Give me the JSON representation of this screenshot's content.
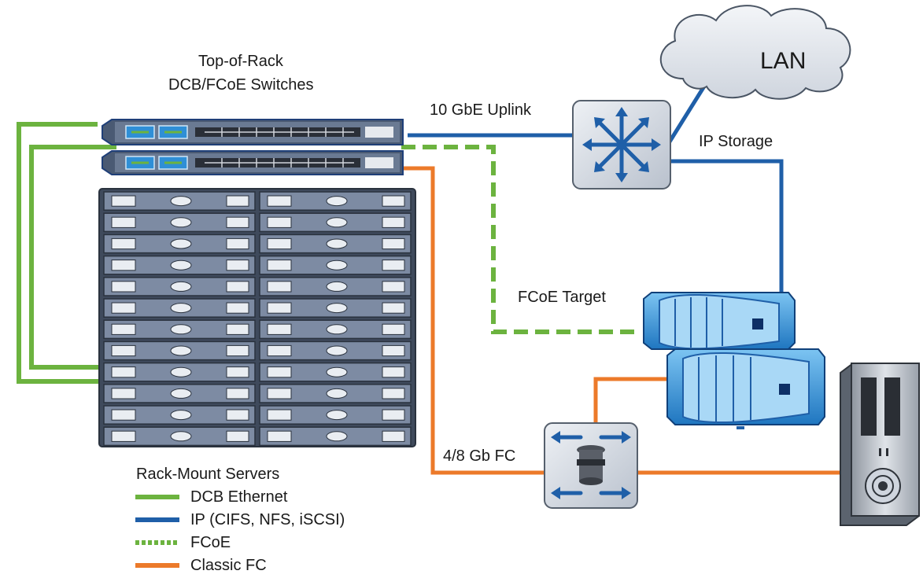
{
  "labels": {
    "tor_line1": "Top-of-Rack",
    "tor_line2": "DCB/FCoE Switches",
    "uplink": "10 GbE Uplink",
    "lan": "LAN",
    "ip_storage": "IP Storage",
    "fcoe_target": "FCoE Target",
    "fc_speed": "4/8 Gb FC",
    "servers": "Rack-Mount Servers"
  },
  "legend": [
    {
      "label": "DCB Ethernet",
      "style": "solid",
      "color": "#6cb33f"
    },
    {
      "label": "IP (CIFS, NFS, iSCSI)",
      "style": "solid",
      "color": "#1f5fa8"
    },
    {
      "label": "FCoE",
      "style": "dashed",
      "color": "#6cb33f"
    },
    {
      "label": "Classic FC",
      "style": "solid",
      "color": "#ec7a2a"
    }
  ],
  "colors": {
    "dcb": "#6cb33f",
    "ip": "#1f5fa8",
    "fc": "#ec7a2a",
    "chassis": "#5a6b86",
    "storage": "#2f8fd6"
  }
}
